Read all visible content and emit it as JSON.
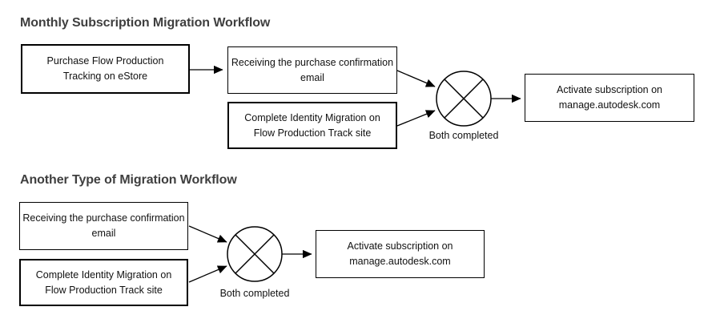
{
  "colors": {
    "background": "#ffffff",
    "title_text": "#3f3f3f",
    "box_border": "#000000",
    "box_text": "#111111",
    "connector": "#000000"
  },
  "workflow_monthly": {
    "title": "Monthly Subscription Migration Workflow",
    "step_purchase": "Purchase Flow Production\nTracking on eStore",
    "step_email": "Receiving the purchase confirmation\nemail",
    "step_identity": "Complete Identity Migration on\nFlow Production Track site",
    "gateway_label": "Both completed",
    "step_activate": "Activate subscription on\nmanage.autodesk.com"
  },
  "workflow_another": {
    "title": "Another Type of Migration Workflow",
    "step_email": "Receiving the purchase confirmation\nemail",
    "step_identity": "Complete Identity Migration on\nFlow Production Track site",
    "gateway_label": "Both completed",
    "step_activate": "Activate subscription on\nmanage.autodesk.com"
  }
}
